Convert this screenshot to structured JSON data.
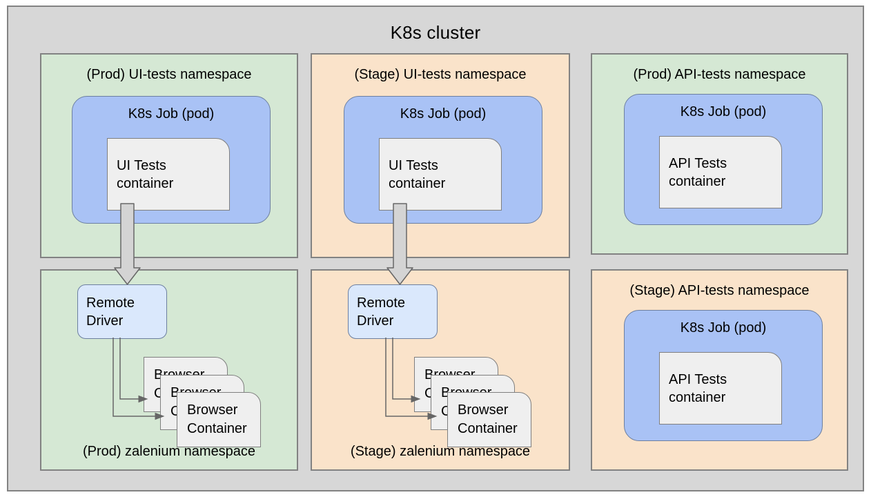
{
  "cluster": {
    "title": "K8s cluster",
    "bg_color": "#d7d7d7",
    "border_color": "#828282"
  },
  "colors": {
    "namespace_prod": "#d5e8d4",
    "namespace_stage": "#fae3ca",
    "pod": "#a9c2f5",
    "container": "#efefef",
    "remote_driver": "#dae8fc",
    "border": "#828282",
    "arrow_fill": "#d4d4d4",
    "line": "#666666"
  },
  "namespaces": [
    {
      "id": "prod-ui-tests",
      "title": "(Prod) UI-tests namespace",
      "env": "Prod",
      "tone": "green",
      "title_position": "top",
      "pod": {
        "title": "K8s Job (pod)",
        "container_label": "UI Tests\ncontainer"
      }
    },
    {
      "id": "stage-ui-tests",
      "title": "(Stage) UI-tests namespace",
      "env": "Stage",
      "tone": "orange",
      "title_position": "top",
      "pod": {
        "title": "K8s Job (pod)",
        "container_label": "UI Tests\ncontainer"
      }
    },
    {
      "id": "prod-api-tests",
      "title": "(Prod) API-tests namespace",
      "env": "Prod",
      "tone": "green",
      "title_position": "top",
      "pod": {
        "title": "K8s Job (pod)",
        "container_label": "API Tests\ncontainer"
      }
    },
    {
      "id": "prod-zalenium",
      "title": "(Prod) zalenium namespace",
      "env": "Prod",
      "tone": "green",
      "title_position": "bottom",
      "remote_driver_label": "Remote\nDriver",
      "browser_containers": [
        {
          "label": "Browser\nContainer"
        },
        {
          "label": "Browser\nContainer"
        },
        {
          "label": "Browser\nContainer"
        }
      ]
    },
    {
      "id": "stage-zalenium",
      "title": "(Stage) zalenium namespace",
      "env": "Stage",
      "tone": "orange",
      "title_position": "bottom",
      "remote_driver_label": "Remote\nDriver",
      "browser_containers": [
        {
          "label": "Browser\nContainer"
        },
        {
          "label": "Browser\nContainer"
        },
        {
          "label": "Browser\nContainer"
        }
      ]
    },
    {
      "id": "stage-api-tests",
      "title": "(Stage) API-tests namespace",
      "env": "Stage",
      "tone": "orange",
      "title_position": "top",
      "pod": {
        "title": "K8s Job (pod)",
        "container_label": "API Tests\ncontainer"
      }
    }
  ]
}
